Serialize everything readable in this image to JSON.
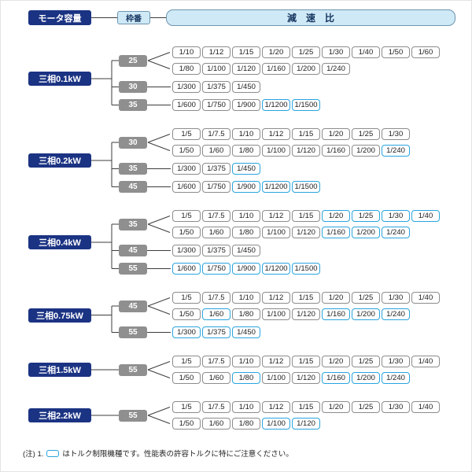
{
  "header": {
    "motor_capacity_label": "モータ容量",
    "frame_number_label": "枠番",
    "reduction_ratio_label": "減　速　比"
  },
  "legend_note": {
    "prefix": "(注) 1.",
    "text": "はトルク制限機種です。性能表の許容トルクに特にご注意ください。"
  },
  "colors": {
    "navy": "#1b3383",
    "light_blue": "#cfe9f7",
    "header_border": "#6d95ad",
    "frame_gray": "#8f8f8f",
    "ratio_border": "#8c8c8c",
    "torque_limited_border": "#29a4de",
    "connector": "#3c3c3c"
  },
  "groups": [
    {
      "motor_label": "三相0.1kW",
      "frames": [
        {
          "frame_label": "25",
          "rows": [
            {
              "ratios": [
                "1/10",
                "1/12",
                "1/15",
                "1/20",
                "1/25",
                "1/30",
                "1/40",
                "1/50",
                "1/60"
              ],
              "torque_limited": []
            },
            {
              "ratios": [
                "1/80",
                "1/100",
                "1/120",
                "1/160",
                "1/200",
                "1/240"
              ],
              "torque_limited": []
            }
          ]
        },
        {
          "frame_label": "30",
          "rows": [
            {
              "ratios": [
                "1/300",
                "1/375",
                "1/450"
              ],
              "torque_limited": []
            }
          ]
        },
        {
          "frame_label": "35",
          "rows": [
            {
              "ratios": [
                "1/600",
                "1/750",
                "1/900",
                "1/1200",
                "1/1500"
              ],
              "torque_limited": [
                "1/1200",
                "1/1500"
              ]
            }
          ]
        }
      ]
    },
    {
      "motor_label": "三相0.2kW",
      "frames": [
        {
          "frame_label": "30",
          "rows": [
            {
              "ratios": [
                "1/5",
                "1/7.5",
                "1/10",
                "1/12",
                "1/15",
                "1/20",
                "1/25",
                "1/30"
              ],
              "torque_limited": []
            },
            {
              "ratios": [
                "1/50",
                "1/60",
                "1/80",
                "1/100",
                "1/120",
                "1/160",
                "1/200",
                "1/240"
              ],
              "torque_limited": [
                "1/240"
              ]
            }
          ]
        },
        {
          "frame_label": "35",
          "rows": [
            {
              "ratios": [
                "1/300",
                "1/375",
                "1/450"
              ],
              "torque_limited": [
                "1/450"
              ]
            }
          ]
        },
        {
          "frame_label": "45",
          "rows": [
            {
              "ratios": [
                "1/600",
                "1/750",
                "1/900",
                "1/1200",
                "1/1500"
              ],
              "torque_limited": [
                "1/900",
                "1/1200",
                "1/1500"
              ]
            }
          ]
        }
      ]
    },
    {
      "motor_label": "三相0.4kW",
      "frames": [
        {
          "frame_label": "35",
          "rows": [
            {
              "ratios": [
                "1/5",
                "1/7.5",
                "1/10",
                "1/12",
                "1/15",
                "1/20",
                "1/25",
                "1/30",
                "1/40"
              ],
              "torque_limited": [
                "1/20",
                "1/25",
                "1/30",
                "1/40"
              ]
            },
            {
              "ratios": [
                "1/50",
                "1/60",
                "1/80",
                "1/100",
                "1/120",
                "1/160",
                "1/200",
                "1/240"
              ],
              "torque_limited": [
                "1/160",
                "1/200",
                "1/240"
              ]
            }
          ]
        },
        {
          "frame_label": "45",
          "rows": [
            {
              "ratios": [
                "1/300",
                "1/375",
                "1/450"
              ],
              "torque_limited": []
            }
          ]
        },
        {
          "frame_label": "55",
          "rows": [
            {
              "ratios": [
                "1/600",
                "1/750",
                "1/900",
                "1/1200",
                "1/1500"
              ],
              "torque_limited": [
                "1/600",
                "1/750",
                "1/900",
                "1/1200",
                "1/1500"
              ]
            }
          ]
        }
      ]
    },
    {
      "motor_label": "三相0.75kW",
      "frames": [
        {
          "frame_label": "45",
          "rows": [
            {
              "ratios": [
                "1/5",
                "1/7.5",
                "1/10",
                "1/12",
                "1/15",
                "1/20",
                "1/25",
                "1/30",
                "1/40"
              ],
              "torque_limited": []
            },
            {
              "ratios": [
                "1/50",
                "1/60",
                "1/80",
                "1/100",
                "1/120",
                "1/160",
                "1/200",
                "1/240"
              ],
              "torque_limited": [
                "1/60",
                "1/160",
                "1/200",
                "1/240"
              ]
            }
          ]
        },
        {
          "frame_label": "55",
          "rows": [
            {
              "ratios": [
                "1/300",
                "1/375",
                "1/450"
              ],
              "torque_limited": [
                "1/300",
                "1/375",
                "1/450"
              ]
            }
          ]
        }
      ]
    },
    {
      "motor_label": "三相1.5kW",
      "frames": [
        {
          "frame_label": "55",
          "rows": [
            {
              "ratios": [
                "1/5",
                "1/7.5",
                "1/10",
                "1/12",
                "1/15",
                "1/20",
                "1/25",
                "1/30",
                "1/40"
              ],
              "torque_limited": []
            },
            {
              "ratios": [
                "1/50",
                "1/60",
                "1/80",
                "1/100",
                "1/120",
                "1/160",
                "1/200",
                "1/240"
              ],
              "torque_limited": [
                "1/80",
                "1/160",
                "1/200",
                "1/240"
              ]
            }
          ]
        }
      ]
    },
    {
      "motor_label": "三相2.2kW",
      "frames": [
        {
          "frame_label": "55",
          "rows": [
            {
              "ratios": [
                "1/5",
                "1/7.5",
                "1/10",
                "1/12",
                "1/15",
                "1/20",
                "1/25",
                "1/30",
                "1/40"
              ],
              "torque_limited": []
            },
            {
              "ratios": [
                "1/50",
                "1/60",
                "1/80",
                "1/100",
                "1/120"
              ],
              "torque_limited": [
                "1/100",
                "1/120"
              ]
            }
          ]
        }
      ]
    }
  ]
}
